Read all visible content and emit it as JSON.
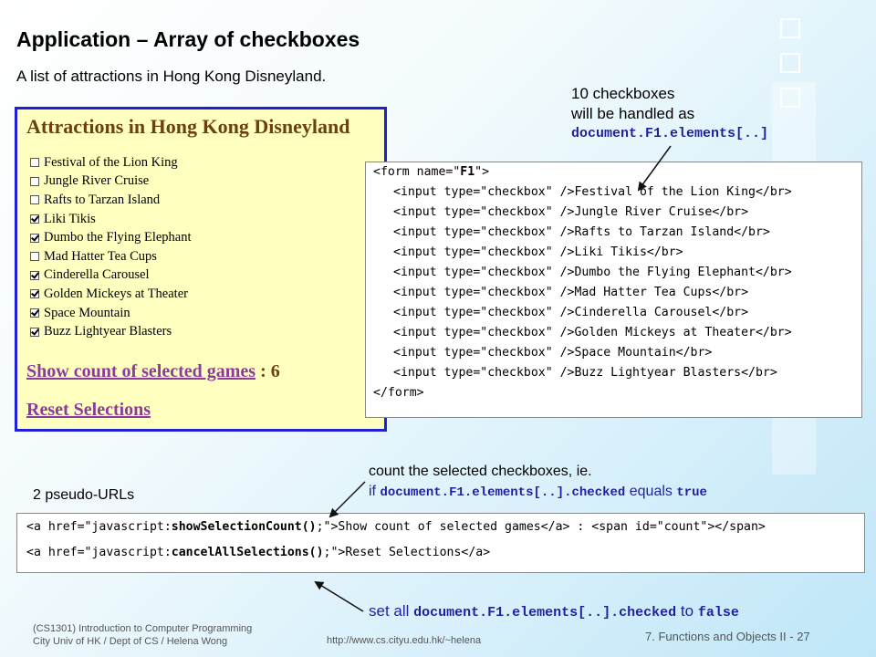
{
  "slide": {
    "title": "Application – Array of checkboxes",
    "subtitle": "A list of attractions in Hong Kong Disneyland."
  },
  "demo": {
    "heading": "Attractions in Hong Kong Disneyland",
    "items": [
      {
        "label": "Festival of the Lion King",
        "checked": false
      },
      {
        "label": "Jungle River Cruise",
        "checked": false
      },
      {
        "label": "Rafts to Tarzan Island",
        "checked": false
      },
      {
        "label": "Liki Tikis",
        "checked": true
      },
      {
        "label": "Dumbo the Flying Elephant",
        "checked": true
      },
      {
        "label": "Mad Hatter Tea Cups",
        "checked": false
      },
      {
        "label": "Cinderella Carousel",
        "checked": true
      },
      {
        "label": "Golden Mickeys at Theater",
        "checked": true
      },
      {
        "label": "Space Mountain",
        "checked": true
      },
      {
        "label": "Buzz Lightyear  Blasters",
        "checked": true
      }
    ],
    "show_link": "Show count of selected games",
    "colon": " : ",
    "count": "6",
    "reset_link": "Reset Selections"
  },
  "note_top": {
    "line1": "10 checkboxes",
    "line2": "will be handled as",
    "line3": "document.F1.elements[..]"
  },
  "form_code": {
    "open": "<form name=\"F1\">",
    "lines": [
      "<input type=\"checkbox\" />Festival of the Lion King</br>",
      "<input type=\"checkbox\" />Jungle River Cruise</br>",
      "<input type=\"checkbox\" />Rafts to Tarzan Island</br>",
      "<input type=\"checkbox\" />Liki Tikis</br>",
      "<input type=\"checkbox\" />Dumbo the Flying Elephant</br>",
      "<input type=\"checkbox\" />Mad Hatter Tea Cups</br>",
      "<input type=\"checkbox\" />Cinderella Carousel</br>",
      "<input type=\"checkbox\" />Golden Mickeys at Theater</br>",
      "<input type=\"checkbox\" />Space Mountain</br>",
      "<input type=\"checkbox\" />Buzz Lightyear Blasters</br>"
    ],
    "close": "</form>"
  },
  "note_mid": {
    "line1": "count the selected checkboxes, ie.",
    "if_word": "if ",
    "expr": "document.F1.elements[..].checked",
    "equals": " equals ",
    "value": "true"
  },
  "pseudo_label": "2 pseudo-URLs",
  "link_code": {
    "l1_pre": "<a href=\"javascript:",
    "l1_fn": "showSelectionCount()",
    "l1_post": ";\">Show count of selected games</a> : <span id=\"count\"></span>",
    "l2_pre": "<a href=\"javascript:",
    "l2_fn": "cancelAllSelections()",
    "l2_post": ";\">Reset Selections</a>"
  },
  "note_bot": {
    "set_all": "set all ",
    "expr": "document.F1.elements[..].checked",
    "to": " to ",
    "value": "false"
  },
  "footer": {
    "course": "(CS1301) Introduction to Computer Programming",
    "dept": "City Univ of HK / Dept of CS / Helena Wong",
    "url": "http://www.cs.cityu.edu.hk/~helena",
    "page": "7. Functions and Objects II - 27"
  }
}
